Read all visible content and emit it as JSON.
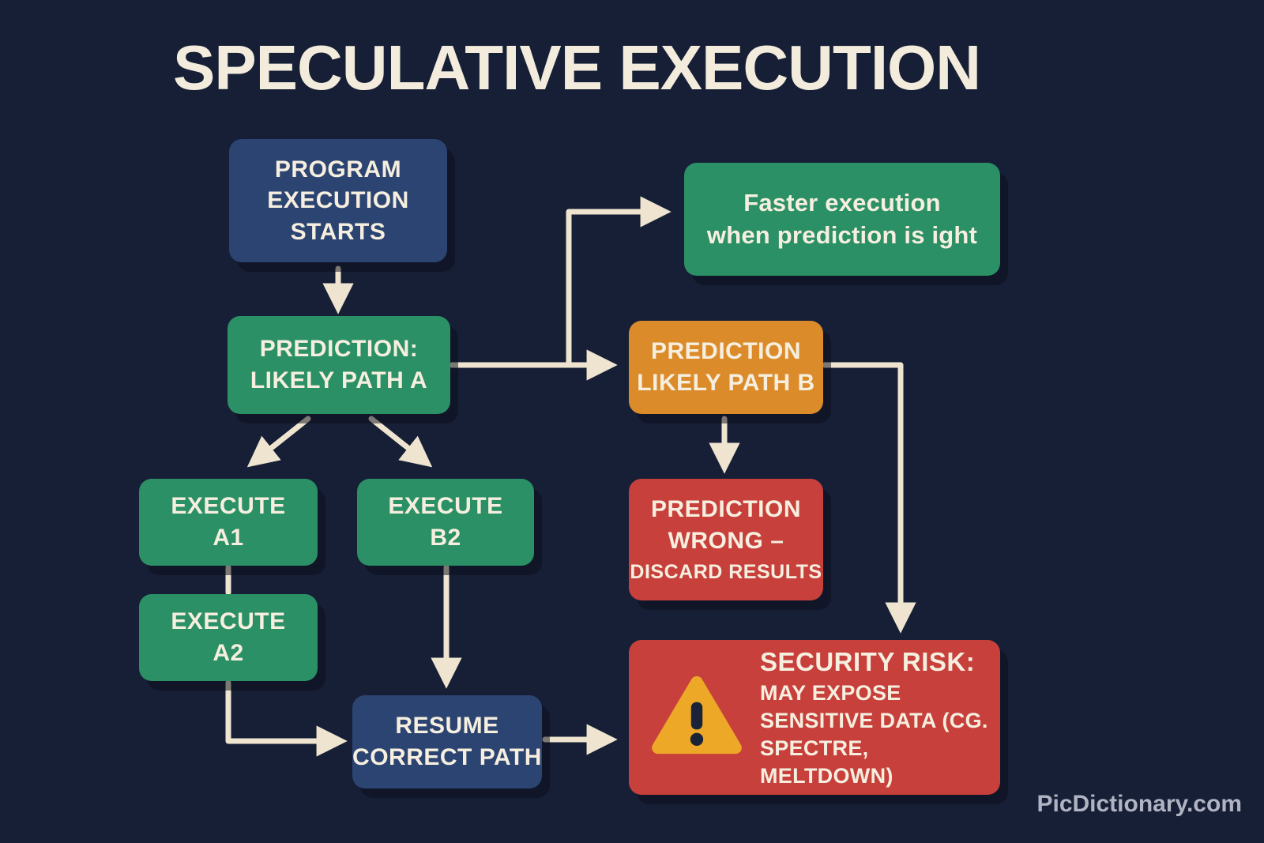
{
  "title": "SPECULATIVE EXECUTION",
  "watermark": "PicDictionary.com",
  "colors": {
    "background": "#161f36",
    "node_blue": "#2c4472",
    "node_green": "#2b9066",
    "node_orange": "#dc8b2a",
    "node_red": "#c7403c",
    "arrow": "#eee4cf",
    "text": "#f5eedd",
    "warning_triangle": "#eda827"
  },
  "nodes": {
    "start": {
      "lines": [
        "PROGRAM",
        "EXECUTION",
        "STARTS"
      ]
    },
    "prediction_a": {
      "lines": [
        "PREDICTION:",
        "LIKELY PATH A"
      ]
    },
    "execute_a1": {
      "lines": [
        "EXECUTE",
        "A1"
      ]
    },
    "execute_b2": {
      "lines": [
        "EXECUTE",
        "B2"
      ]
    },
    "execute_a2": {
      "lines": [
        "EXECUTE",
        "A2"
      ]
    },
    "resume": {
      "lines": [
        "RESUME",
        "CORRECT PATH"
      ]
    },
    "faster": {
      "lines": [
        "Faster execution",
        "when prediction is ight"
      ]
    },
    "prediction_b": {
      "lines": [
        "PREDICTION",
        "LIKELY PATH B"
      ]
    },
    "wrong": {
      "lines": [
        "PREDICTION",
        "WRONG –"
      ],
      "subline": "DISCARD RESULTS"
    },
    "security": {
      "icon": "warning-triangle",
      "heading": "SECURITY RISK:",
      "body": "MAY EXPOSE SENSITIVE DATA (CG. SPECTRE, MELTDOWN)"
    }
  },
  "edges": [
    {
      "from": "start",
      "to": "prediction_a"
    },
    {
      "from": "prediction_a",
      "to": "execute_a1"
    },
    {
      "from": "prediction_a",
      "to": "execute_b2"
    },
    {
      "from": "execute_a1",
      "to": "execute_a2"
    },
    {
      "from": "execute_a2",
      "to": "resume"
    },
    {
      "from": "execute_b2",
      "to": "resume"
    },
    {
      "from": "prediction_a",
      "to": "faster"
    },
    {
      "from": "prediction_a",
      "to": "prediction_b"
    },
    {
      "from": "prediction_b",
      "to": "wrong"
    },
    {
      "from": "prediction_b",
      "to": "security"
    },
    {
      "from": "resume",
      "to": "security"
    }
  ]
}
